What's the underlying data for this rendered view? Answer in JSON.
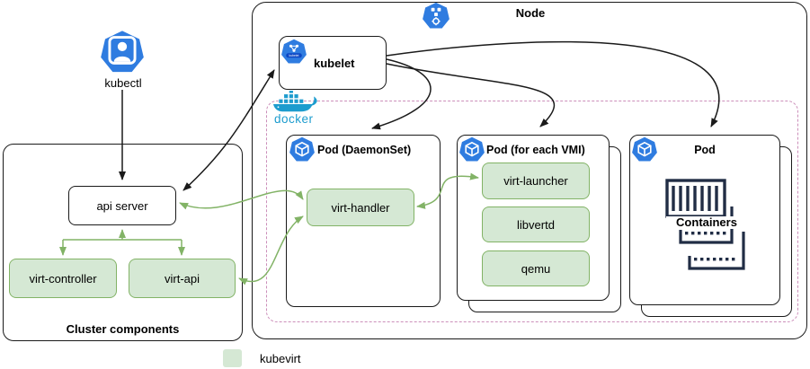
{
  "diagram": {
    "kubectl": {
      "label": "kubectl"
    },
    "node": {
      "title": "Node"
    },
    "kubelet": {
      "label": "kubelet",
      "icon_caption": "kubelet"
    },
    "docker": {
      "label": "docker"
    },
    "pods": {
      "daemonset": {
        "title": "Pod (DaemonSet)",
        "components": [
          {
            "label": "virt-handler"
          }
        ]
      },
      "vmi": {
        "title": "Pod (for each VMI)",
        "components": [
          {
            "label": "virt-launcher"
          },
          {
            "label": "libvertd"
          },
          {
            "label": "qemu"
          }
        ]
      },
      "plain": {
        "title": "Pod",
        "containers_label": "Containers"
      }
    },
    "cluster": {
      "title": "Cluster components",
      "api_server": {
        "label": "api server"
      },
      "virt_controller": {
        "label": "virt-controller"
      },
      "virt_api": {
        "label": "virt-api"
      }
    },
    "legend": {
      "label": "kubevirt",
      "swatch_color": "#d5e8d4"
    },
    "colors": {
      "kubevirt_fill": "#d5e8d4",
      "kubevirt_border": "#82b366",
      "green_arrow": "#82b366",
      "kubernetes_blue": "#2f7ce0",
      "docker_blue": "#1d9cce",
      "dashed_border_pink": "#cc8fba",
      "line_black": "#1a1a1a"
    }
  }
}
